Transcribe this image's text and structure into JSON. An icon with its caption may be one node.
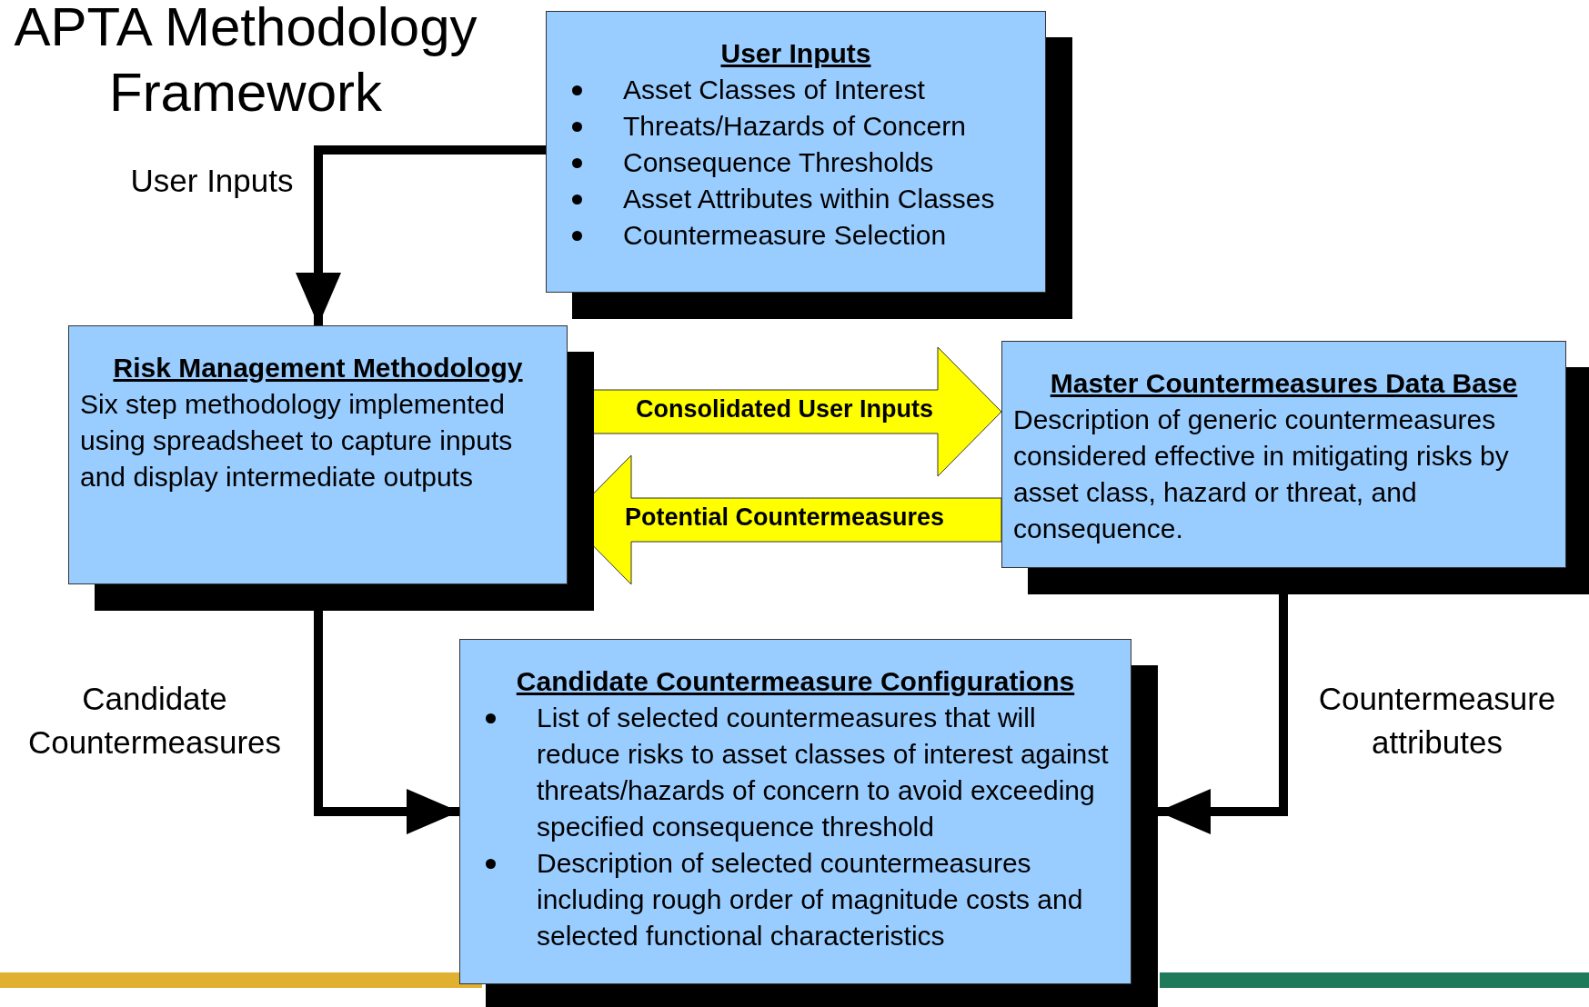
{
  "diagram": {
    "title": "APTA Methodology Framework",
    "nodes": [
      {
        "text": [
          "User Inputs",
          "Asset Classes of Interest",
          "Threats/Hazards of Concern",
          "Consequence Thresholds",
          "Asset Attributes within Classes",
          "Countermeasure Selection"
        ]
      },
      {
        "text": [
          "Risk Management Methodology",
          "Six step methodology implemented using spreadsheet to capture inputs and display intermediate outputs"
        ]
      },
      {
        "text": [
          "Master Countermeasures Data Base",
          "Description of generic countermeasures considered effective in mitigating risks by asset class, hazard or threat, and consequence."
        ]
      },
      {
        "text": [
          "Candidate Countermeasure Configurations",
          "List of selected countermeasures that will reduce risks to asset classes of interest against threats/hazards of concern to avoid exceeding specified consequence threshold",
          "Description of selected countermeasures including rough order of magnitude costs and selected functional characteristics"
        ]
      }
    ],
    "edges": [
      {
        "from": 0,
        "to": 1,
        "arrow": "to",
        "label": "User Inputs"
      },
      {
        "from": 1,
        "to": 2,
        "arrow": "to",
        "label": "Consolidated User Inputs",
        "style": "thick",
        "color": "#ffff00"
      },
      {
        "from": 2,
        "to": 1,
        "arrow": "to",
        "label": "Potential Countermeasures",
        "style": "thick",
        "color": "#ffff00"
      },
      {
        "from": 1,
        "to": 3,
        "arrow": "to",
        "label": "Candidate Countermeasures"
      },
      {
        "from": 2,
        "to": 3,
        "arrow": "to",
        "label": "Countermeasure attributes"
      }
    ]
  }
}
